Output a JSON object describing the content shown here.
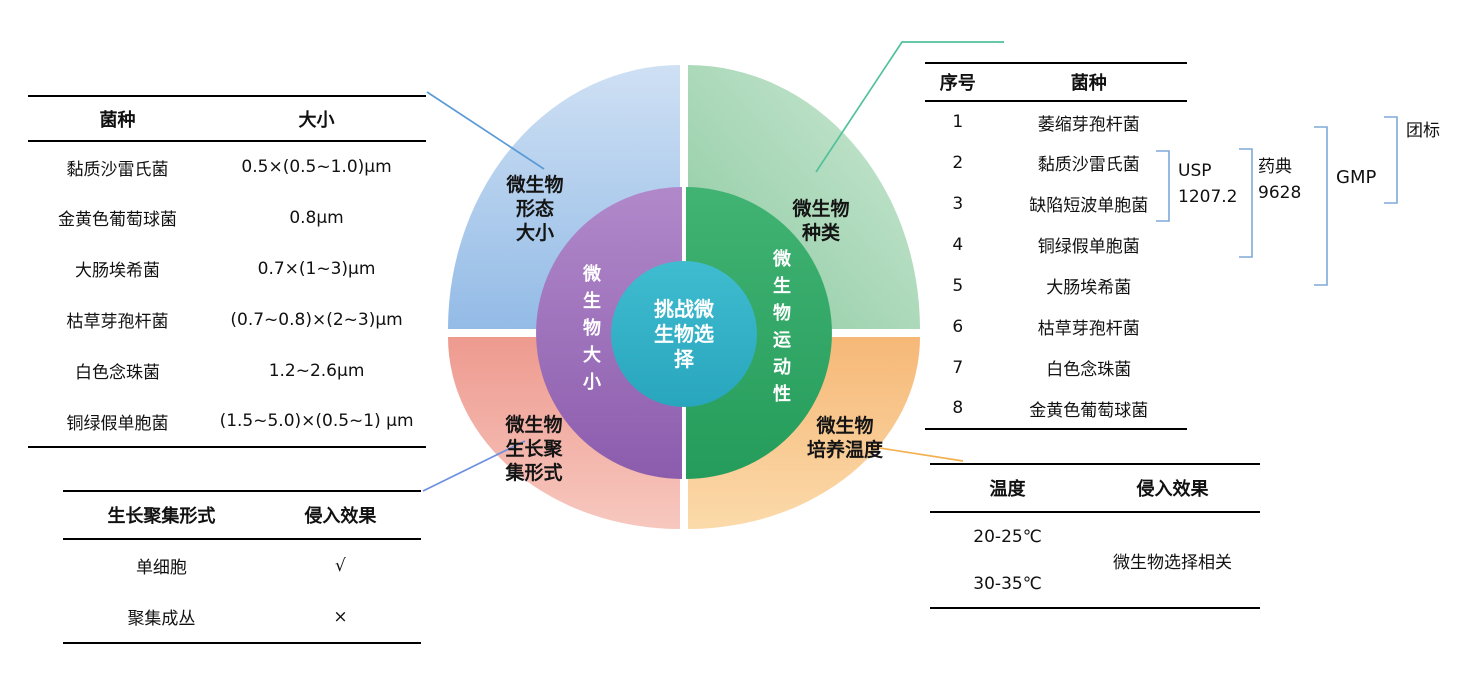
{
  "diagram": {
    "core": "挑战微\n生物选\n择",
    "inner_left": "微生物大小",
    "inner_right": "微生物运动性",
    "quadrant_top_left": "微生物\n形态\n大小",
    "quadrant_top_right": "微生物\n种类",
    "quadrant_bottom_left": "微生物\n生长聚\n集形式",
    "quadrant_bottom_right": "微生物\n培养温度"
  },
  "size_table": {
    "headers": [
      "菌种",
      "大小"
    ],
    "rows": [
      [
        "黏质沙雷氏菌",
        "0.5×(0.5~1.0)μm"
      ],
      [
        "金黄色葡萄球菌",
        "0.8μm"
      ],
      [
        "大肠埃希菌",
        "0.7×(1~3)μm"
      ],
      [
        "枯草芽孢杆菌",
        "(0.7~0.8)×(2~3)μm"
      ],
      [
        "白色念珠菌",
        "1.2~2.6μm"
      ],
      [
        "铜绿假单胞菌",
        "(1.5~5.0)×(0.5~1) μm"
      ]
    ]
  },
  "aggregation_table": {
    "headers": [
      "生长聚集形式",
      "侵入效果"
    ],
    "rows": [
      [
        "单细胞",
        "√"
      ],
      [
        "聚集成丛",
        "×"
      ]
    ]
  },
  "species_table": {
    "headers": [
      "序号",
      "菌种"
    ],
    "rows": [
      [
        "1",
        "萎缩芽孢杆菌"
      ],
      [
        "2",
        "黏质沙雷氏菌"
      ],
      [
        "3",
        "缺陷短波单胞菌"
      ],
      [
        "4",
        "铜绿假单胞菌"
      ],
      [
        "5",
        "大肠埃希菌"
      ],
      [
        "6",
        "枯草芽孢杆菌"
      ],
      [
        "7",
        "白色念珠菌"
      ],
      [
        "8",
        "金黄色葡萄球菌"
      ]
    ]
  },
  "temperature_table": {
    "headers": [
      "温度",
      "侵入效果"
    ],
    "temps": [
      "20-25℃",
      "30-35℃"
    ],
    "effect": "微生物选择相关"
  },
  "annotations": {
    "usp": "USP\n1207.2",
    "pharmacopoeia": "药典\n9628",
    "gmp": "GMP",
    "group_standard": "团标"
  },
  "colors": {
    "quadrant_blue": "#a9c9ec",
    "quadrant_green": "#a3d4b4",
    "quadrant_salmon": "#f2a79d",
    "quadrant_orange": "#f8c98e",
    "inner_purple": "#9e6fbd",
    "inner_green": "#2fa867",
    "core_cyan": "#31b2c8",
    "connector_blue": "#5b9bd5",
    "connector_teal": "#52c19b",
    "connector_orange": "#f3b04f",
    "bracket_blue": "#7fa8d9"
  }
}
